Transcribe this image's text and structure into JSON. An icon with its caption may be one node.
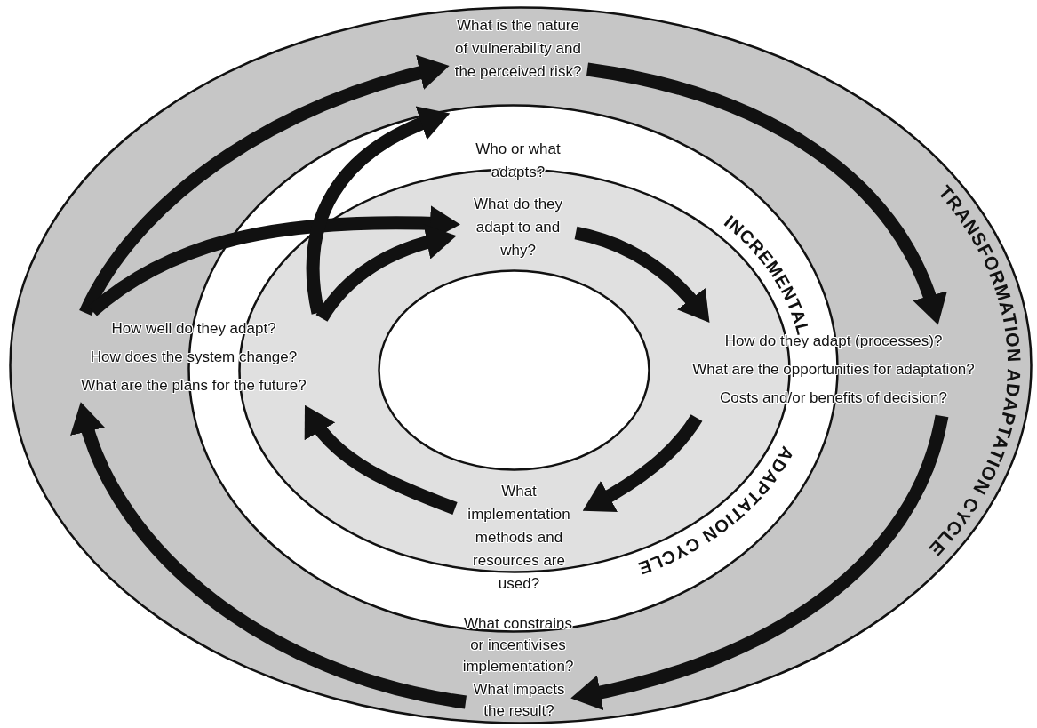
{
  "diagram": {
    "nodes": [
      {
        "text": [
          "TRANSFORMATION ADAPTATION CYCLE"
        ]
      },
      {
        "text": [],
        "shape": "ellipse",
        "in": 0
      },
      {
        "text": [
          "INCREMENTAL ADAPTATION CYCLE"
        ],
        "in": 1
      },
      {
        "text": [],
        "shape": "ellipse",
        "in": 2
      },
      {
        "text": [
          "What is the nature of vulnerability and the perceived risk?"
        ],
        "in": 0
      },
      {
        "text": [
          "Who or what adapts?"
        ],
        "in": 1
      },
      {
        "text": [
          "What do they adapt to and why?"
        ],
        "in": 2
      },
      {
        "text": [
          "How do they adapt (processes)?",
          "What are the opportunities for adaptation?",
          "Costs and/or benefits of decision?"
        ],
        "in": 0
      },
      {
        "text": [
          "What implementation methods and resources are used?"
        ],
        "in": 1
      },
      {
        "text": [
          "What constrains or incentivises implementation?"
        ],
        "in": 0
      },
      {
        "text": [
          "What impacts the result?"
        ],
        "in": 0
      },
      {
        "text": [
          "How well do they adapt?",
          "How does the system change?",
          "What are the plans for the future?"
        ],
        "in": 0
      }
    ],
    "edges": [
      {
        "from": 4,
        "to": 7,
        "arrow": "to"
      },
      {
        "from": 7,
        "to": 10,
        "arrow": "to"
      },
      {
        "from": 10,
        "to": 11,
        "arrow": "to"
      },
      {
        "from": 11,
        "to": 4,
        "arrow": "to"
      },
      {
        "from": 11,
        "to": 6,
        "arrow": "to"
      },
      {
        "from": 11,
        "to": 4,
        "arrow": "to"
      },
      {
        "from": 11,
        "to": 6,
        "arrow": "to"
      },
      {
        "from": 6,
        "to": 7,
        "arrow": "to"
      },
      {
        "from": 7,
        "to": 8,
        "arrow": "to"
      },
      {
        "from": 8,
        "to": 11,
        "arrow": "to"
      }
    ]
  }
}
